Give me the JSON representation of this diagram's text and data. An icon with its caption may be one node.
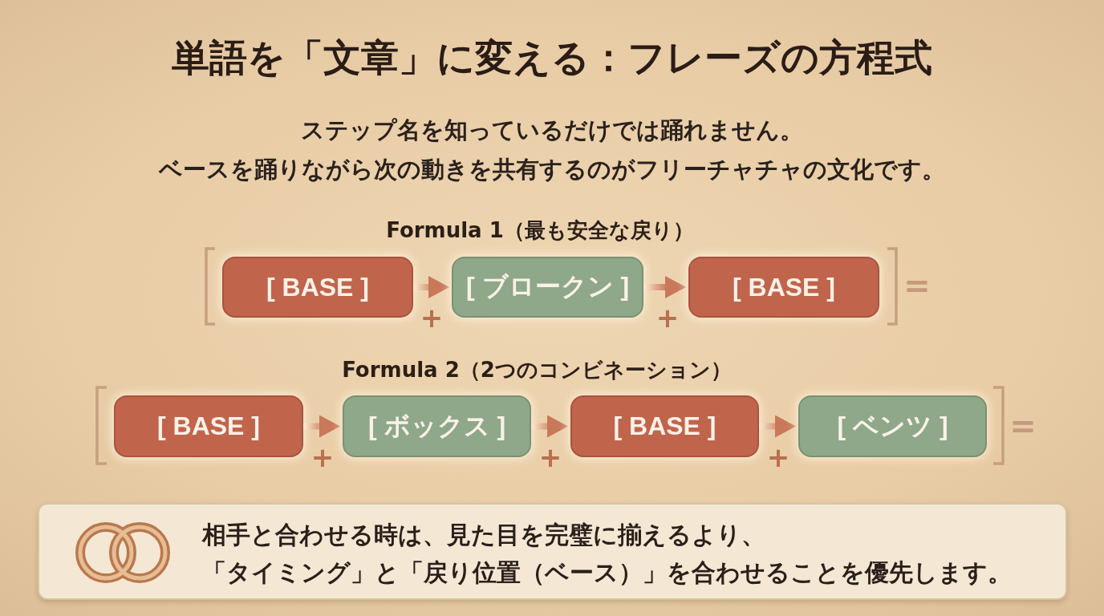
{
  "diagram": {
    "title": "単語を「文章」に変える：フレーズの方程式",
    "nodes": [
      {
        "text": [
          "[ BASE ]"
        ]
      },
      {
        "text": [
          "[ ブロークン ]"
        ]
      },
      {
        "text": [
          "[ BASE ]"
        ]
      },
      {
        "text": [
          "[ BASE ]"
        ]
      },
      {
        "text": [
          "[ ボックス ]"
        ]
      },
      {
        "text": [
          "[ BASE ]"
        ]
      },
      {
        "text": [
          "[ ベンツ ]"
        ]
      },
      {
        "text": [
          "相手と合わせる時は、見た目を完璧に揃えるより、",
          "「タイミング」と「戻り位置（ベース）」を合わせることを優先します。"
        ]
      }
    ],
    "edges": [
      {
        "from": 0,
        "to": 1,
        "arrow": "to"
      },
      {
        "from": 1,
        "to": 2,
        "arrow": "to"
      },
      {
        "from": 3,
        "to": 4,
        "arrow": "to"
      },
      {
        "from": 4,
        "to": 5,
        "arrow": "to"
      },
      {
        "from": 5,
        "to": 6,
        "arrow": "to"
      }
    ],
    "labels": [
      "ステップ名を知っているだけでは踊れません。",
      "ベースを踊りながら次の動きを共有するのがフリーチャチャの文化です。",
      "Formula 1（最も安全な戻り）",
      "=",
      "+",
      "+",
      "Formula 2（2つのコンビネーション）",
      "=",
      "+",
      "+",
      "+"
    ]
  }
}
